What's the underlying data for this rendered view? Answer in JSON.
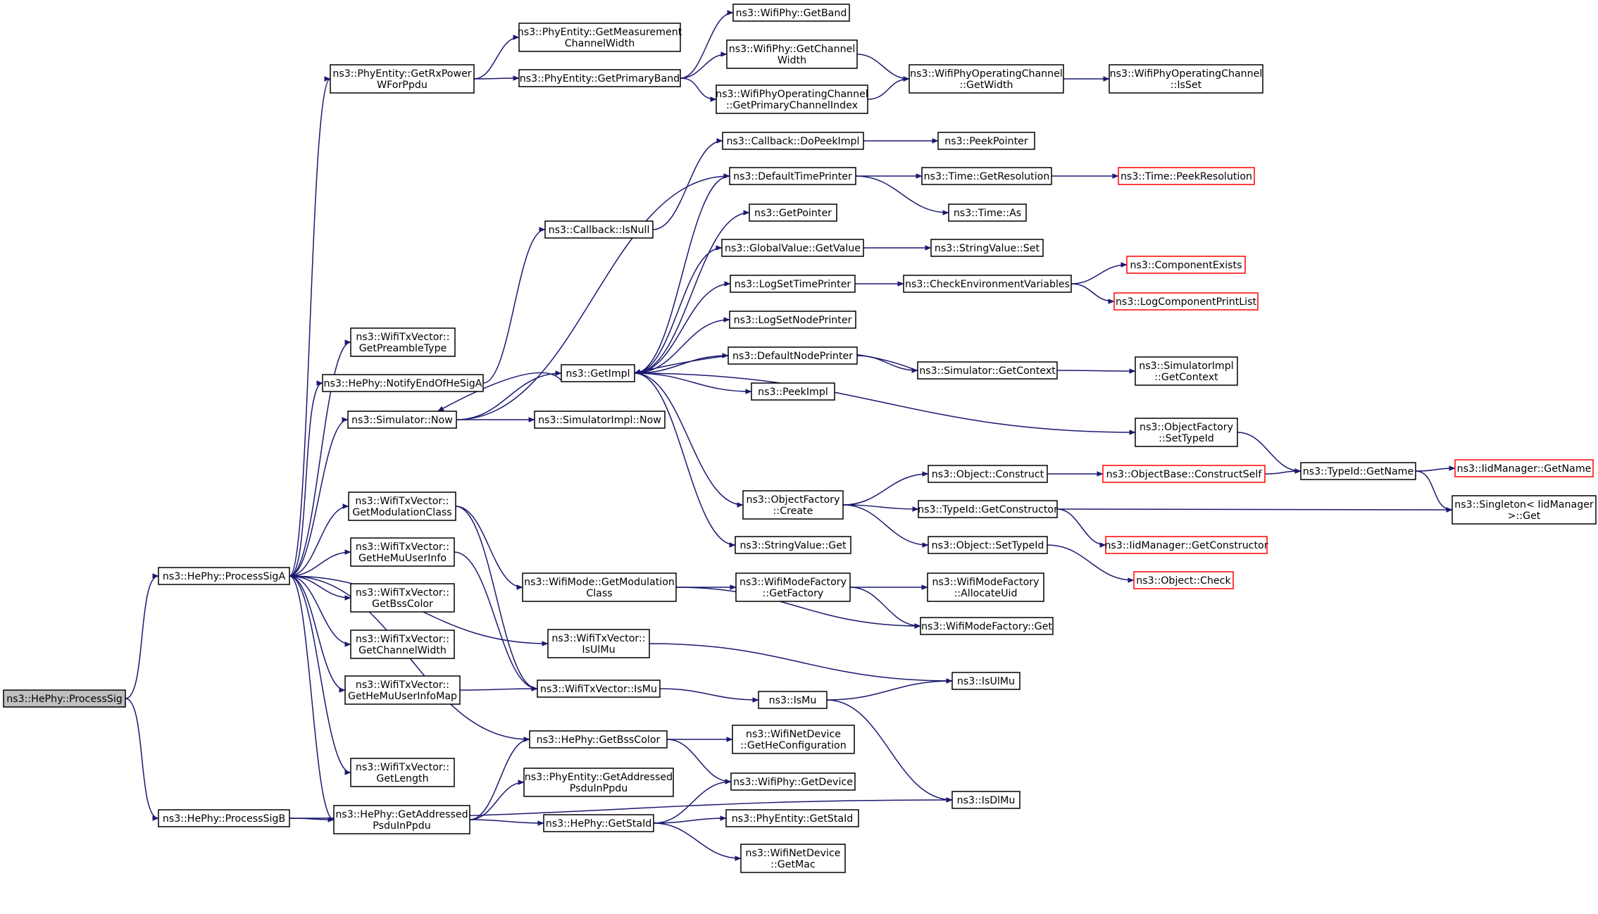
{
  "colors": {
    "edge": "#191970",
    "border": "#000000",
    "truncated_border": "#ff0000",
    "root_fill": "#bfbfbf",
    "fill": "#ffffff"
  },
  "nodes": {
    "processSig": [
      "ns3::HePhy::ProcessSig"
    ],
    "processSigA": [
      "ns3::HePhy::ProcessSigA"
    ],
    "processSigB": [
      "ns3::HePhy::ProcessSigB"
    ],
    "getRxPower": [
      "ns3::PhyEntity::GetRxPower",
      "WForPpdu"
    ],
    "getMeasChWidth": [
      "ns3::PhyEntity::GetMeasurement",
      "ChannelWidth"
    ],
    "getPrimaryBand": [
      "ns3::PhyEntity::GetPrimaryBand"
    ],
    "getBand": [
      "ns3::WifiPhy::GetBand"
    ],
    "getChannelWidthPhy": [
      "ns3::WifiPhy::GetChannel",
      "Width"
    ],
    "getPrimaryChIdx": [
      "ns3::WifiPhyOperatingChannel",
      "::GetPrimaryChannelIndex"
    ],
    "opChGetWidth": [
      "ns3::WifiPhyOperatingChannel",
      "::GetWidth"
    ],
    "opChIsSet": [
      "ns3::WifiPhyOperatingChannel",
      "::IsSet"
    ],
    "doPeekImpl": [
      "ns3::Callback::DoPeekImpl"
    ],
    "peekPointer": [
      "ns3::PeekPointer"
    ],
    "defaultTimePrinter": [
      "ns3::DefaultTimePrinter"
    ],
    "timeGetResolution": [
      "ns3::Time::GetResolution"
    ],
    "timePeekResolution": [
      "ns3::Time::PeekResolution"
    ],
    "timeAs": [
      "ns3::Time::As"
    ],
    "callbackIsNull": [
      "ns3::Callback::IsNull"
    ],
    "getPointer": [
      "ns3::GetPointer"
    ],
    "globalValueGetValue": [
      "ns3::GlobalValue::GetValue"
    ],
    "stringValueSet": [
      "ns3::StringValue::Set"
    ],
    "logSetTimePrinter": [
      "ns3::LogSetTimePrinter"
    ],
    "checkEnvVars": [
      "ns3::CheckEnvironmentVariables"
    ],
    "componentExists": [
      "ns3::ComponentExists"
    ],
    "logComponentPrintList": [
      "ns3::LogComponentPrintList"
    ],
    "logSetNodePrinter": [
      "ns3::LogSetNodePrinter"
    ],
    "getPreambleType": [
      "ns3::WifiTxVector::",
      "GetPreambleType"
    ],
    "notifyEndOfHeSigA": [
      "ns3::HePhy::NotifyEndOfHeSigA"
    ],
    "getImpl": [
      "ns3::GetImpl"
    ],
    "defaultNodePrinter": [
      "ns3::DefaultNodePrinter"
    ],
    "simulatorGetContext": [
      "ns3::Simulator::GetContext"
    ],
    "simulatorImplGetContext": [
      "ns3::SimulatorImpl",
      "::GetContext"
    ],
    "peekImpl": [
      "ns3::PeekImpl"
    ],
    "simulatorNow": [
      "ns3::Simulator::Now"
    ],
    "simulatorImplNow": [
      "ns3::SimulatorImpl::Now"
    ],
    "objectFactorySetTypeId": [
      "ns3::ObjectFactory",
      "::SetTypeId"
    ],
    "getModulationClassTx": [
      "ns3::WifiTxVector::",
      "GetModulationClass"
    ],
    "objectFactoryCreate": [
      "ns3::ObjectFactory",
      "::Create"
    ],
    "objectConstruct": [
      "ns3::Object::Construct"
    ],
    "objectBaseConstructSelf": [
      "ns3::ObjectBase::ConstructSelf"
    ],
    "typeIdGetName": [
      "ns3::TypeId::GetName"
    ],
    "iidManagerGetName": [
      "ns3::IidManager::GetName"
    ],
    "typeIdGetConstructor": [
      "ns3::TypeId::GetConstructor"
    ],
    "singletonGet": [
      "ns3::Singleton< IidManager",
      ">::Get"
    ],
    "iidManagerGetConstructor": [
      "ns3::IidManager::GetConstructor"
    ],
    "getHeMuUserInfo": [
      "ns3::WifiTxVector::",
      "GetHeMuUserInfo"
    ],
    "stringValueGet": [
      "ns3::StringValue::Get"
    ],
    "objectSetTypeId": [
      "ns3::Object::SetTypeId"
    ],
    "objectCheck": [
      "ns3::Object::Check"
    ],
    "getBssColorTx": [
      "ns3::WifiTxVector::",
      "GetBssColor"
    ],
    "wifiModeGetModulationClass": [
      "ns3::WifiMode::GetModulation",
      "Class"
    ],
    "wifiModeFactoryGetFactory": [
      "ns3::WifiModeFactory",
      "::GetFactory"
    ],
    "wifiModeFactoryAllocateUid": [
      "ns3::WifiModeFactory",
      "::AllocateUid"
    ],
    "wifiModeFactoryGet": [
      "ns3::WifiModeFactory::Get"
    ],
    "getChannelWidthTx": [
      "ns3::WifiTxVector::",
      "GetChannelWidth"
    ],
    "isUlMuTx": [
      "ns3::WifiTxVector::",
      "IsUlMu"
    ],
    "isUlMu": [
      "ns3::IsUlMu"
    ],
    "getHeMuUserInfoMap": [
      "ns3::WifiTxVector::",
      "GetHeMuUserInfoMap"
    ],
    "isMuTx": [
      "ns3::WifiTxVector::IsMu"
    ],
    "isMu": [
      "ns3::IsMu"
    ],
    "hePhyGetBssColor": [
      "ns3::HePhy::GetBssColor"
    ],
    "getHeConfiguration": [
      "ns3::WifiNetDevice",
      "::GetHeConfiguration"
    ],
    "getLength": [
      "ns3::WifiTxVector::",
      "GetLength"
    ],
    "phyEntityGetAddressedPsdu": [
      "ns3::PhyEntity::GetAddressed",
      "PsduInPpdu"
    ],
    "wifiPhyGetDevice": [
      "ns3::WifiPhy::GetDevice"
    ],
    "isDlMu": [
      "ns3::IsDlMu"
    ],
    "hePhyGetAddressedPsdu": [
      "ns3::HePhy::GetAddressed",
      "PsduInPpdu"
    ],
    "hePhyGetStaId": [
      "ns3::HePhy::GetStaId"
    ],
    "phyEntityGetStaId": [
      "ns3::PhyEntity::GetStaId"
    ],
    "wifiNetDeviceGetMac": [
      "ns3::WifiNetDevice",
      "::GetMac"
    ]
  }
}
